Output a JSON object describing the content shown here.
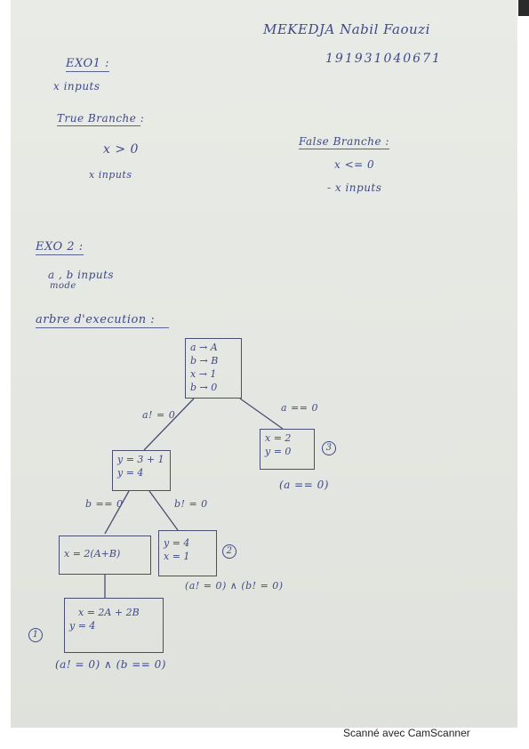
{
  "header": {
    "name": "MEKEDJA Nabil Faouzi",
    "id_number": "191931040671"
  },
  "exo1": {
    "title": "EXO1 :",
    "input_line": "x inputs",
    "true_branch": {
      "title": "True Branche :",
      "cond": "x > 0",
      "action": "x inputs"
    },
    "false_branch": {
      "title": "False Branche :",
      "cond": "x <= 0",
      "action": "- x inputs"
    }
  },
  "exo2": {
    "title": "EXO 2 :",
    "inputs": "a , b inputs",
    "inputs_sub": "mode",
    "tree_title": "arbre d'execution :"
  },
  "tree": {
    "root": [
      "a → A",
      "b → B",
      "x → 1",
      "b → 0"
    ],
    "left": [
      "y = 3 + 1",
      "y = 4"
    ],
    "right": [
      "x = 2",
      "y = 0"
    ],
    "left_left": [
      "x = 2(A+B)"
    ],
    "left_right": [
      "y = 4",
      "x = 1"
    ],
    "bottom": [
      "x = 2A + 2B",
      "y = 4"
    ],
    "edge_root_left": "a! = 0",
    "edge_root_right": "a == 0",
    "edge_left_left": "b == 0",
    "edge_left_right": "b! = 0",
    "mark_right": "3",
    "mark_left_right": "2",
    "mark_bottom": "1",
    "path_right": "(a == 0)",
    "path_left_right": "(a! = 0) ∧ (b! = 0)",
    "path_bottom": "(a! = 0) ∧ (b == 0)"
  },
  "footer": {
    "text": "Scanné avec CamScanner"
  }
}
